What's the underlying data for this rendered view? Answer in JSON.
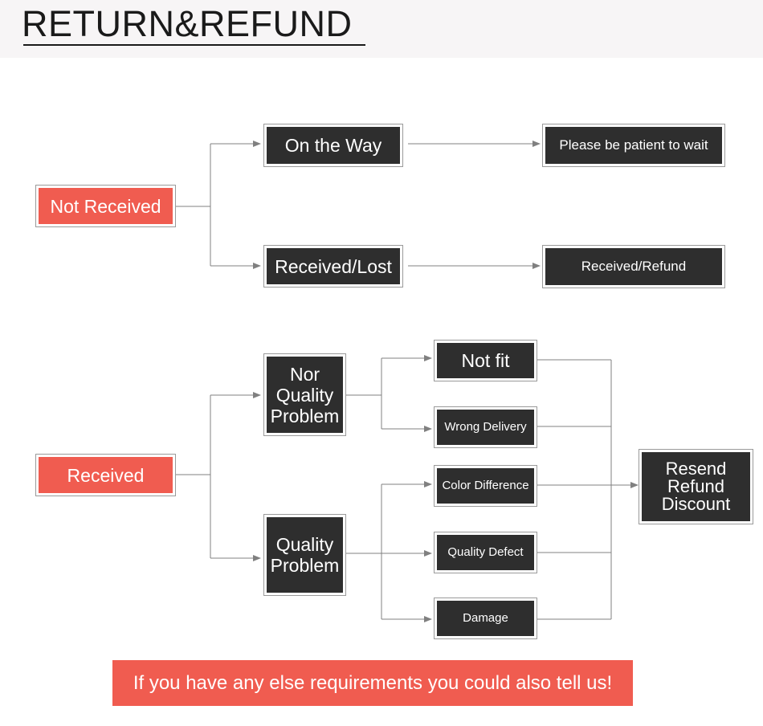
{
  "header": {
    "title": "RETURN&REFUND"
  },
  "flow1": {
    "start": "Not Received",
    "branch_a": "On the Way",
    "branch_a_result": "Please be patient to wait",
    "branch_b": "Received/Lost",
    "branch_b_result": "Received/Refund"
  },
  "flow2": {
    "start": "Received",
    "branch_a": "Nor Quality Problem",
    "branch_a_items": [
      "Not fit",
      "Wrong Delivery"
    ],
    "branch_b": "Quality Problem",
    "branch_b_items": [
      "Color Difference",
      "Quality Defect",
      "Damage"
    ],
    "result": "Resend Refund Discount"
  },
  "footer": {
    "note": "If you have any else requirements you could also tell us!"
  },
  "colors": {
    "accent": "#f05c50",
    "node_dark": "#2e2e2e",
    "connector": "#808080"
  }
}
